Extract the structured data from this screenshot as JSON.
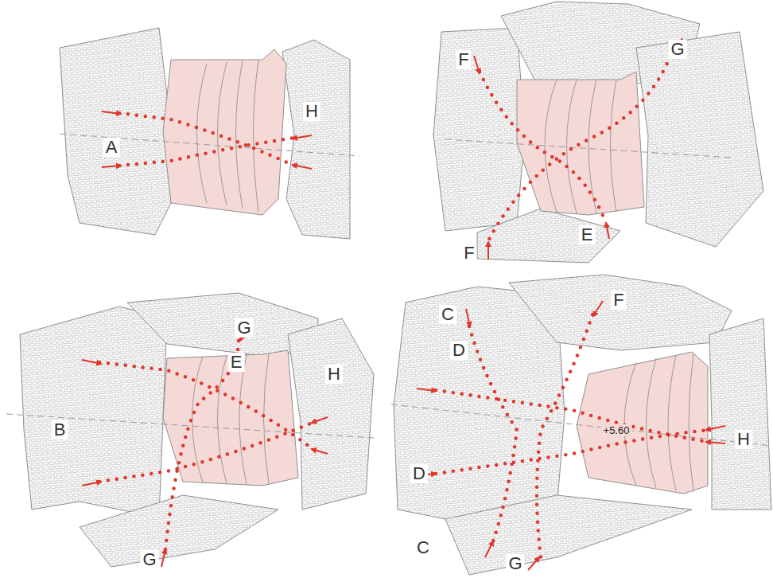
{
  "diagram": {
    "labels": [
      "A",
      "H",
      "F",
      "G",
      "F",
      "E",
      "G",
      "E",
      "B",
      "H",
      "G",
      "C",
      "F",
      "D",
      "D",
      "+5.60",
      "H",
      "C",
      "G"
    ]
  }
}
